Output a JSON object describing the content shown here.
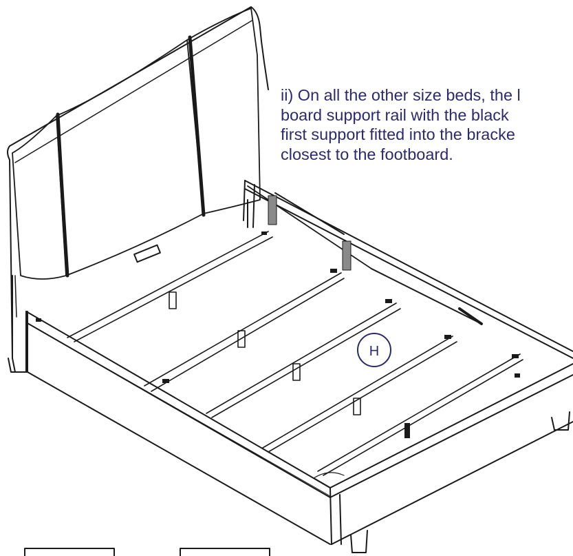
{
  "instruction": {
    "lines": [
      "ii)  On all the other size beds, the l",
      "board support rail with the black",
      "first support fitted into the bracke",
      "closest to the footboard."
    ],
    "color": "#2b2a6e"
  },
  "callout": {
    "label": "H",
    "color": "#2b2a6e"
  },
  "line_color": "#1a1a1a"
}
